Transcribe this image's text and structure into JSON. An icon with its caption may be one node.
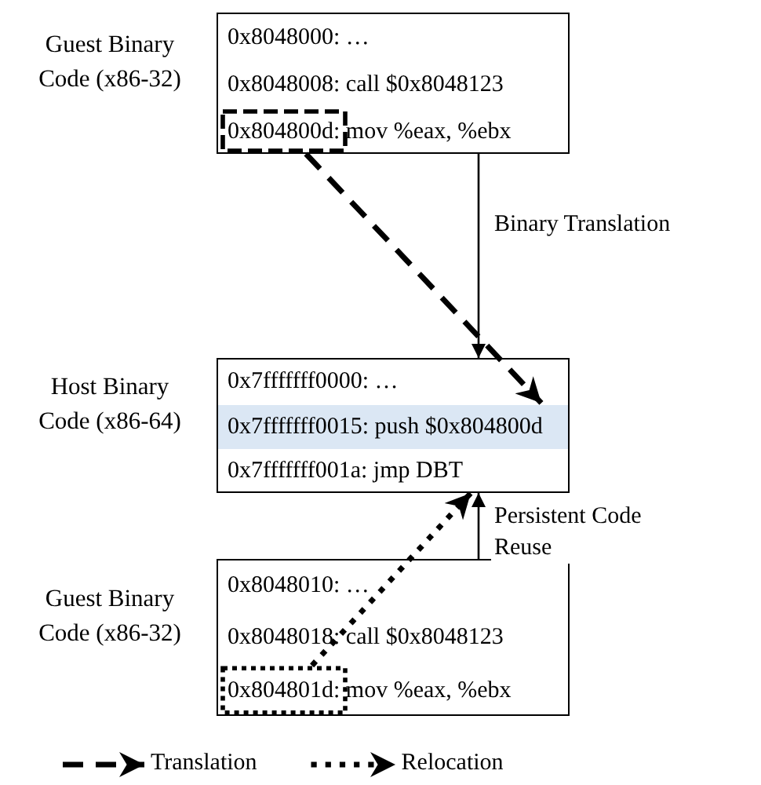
{
  "diagram": {
    "nodes": [
      {
        "text": [],
        "shape": "box",
        "beside": [
          "Guest Binary Code (x86-32)"
        ]
      },
      {
        "text": [
          "0x8048000: …"
        ],
        "in": 0
      },
      {
        "text": [
          "0x8048008: call $0x8048123"
        ],
        "in": 0
      },
      {
        "text": [
          "0x804800d: mov %eax, %ebx"
        ],
        "in": 0
      },
      {
        "text": [],
        "shape": "box",
        "beside": [
          "Host Binary Code (x86-64)"
        ]
      },
      {
        "text": [
          "0x7fffffff0000: …"
        ],
        "in": 4
      },
      {
        "text": [
          "0x7fffffff0015: push $0x804800d"
        ],
        "in": 4
      },
      {
        "text": [
          "0x7fffffff001a: jmp DBT"
        ],
        "in": 4
      },
      {
        "text": [],
        "shape": "box",
        "beside": [
          "Guest Binary Code (x86-32)"
        ]
      },
      {
        "text": [
          "0x8048010: …"
        ],
        "in": 8
      },
      {
        "text": [
          "0x8048018: call $0x8048123"
        ],
        "in": 8
      },
      {
        "text": [
          "0x804801d: mov %eax, %ebx"
        ],
        "in": 8
      }
    ],
    "edges": [
      {
        "from": 0,
        "to": 4,
        "arrow": "to",
        "label": "Binary Translation"
      },
      {
        "from": 8,
        "to": 4,
        "arrow": "to",
        "label": "Persistent Code Reuse"
      },
      {
        "from": 3,
        "to": 6,
        "arrow": "to",
        "style": "dashed"
      },
      {
        "from": 11,
        "to": 7,
        "arrow": "to",
        "style": "dashed"
      }
    ],
    "legend": [
      {
        "text": "Translation"
      },
      {
        "text": "Relocation"
      }
    ]
  }
}
